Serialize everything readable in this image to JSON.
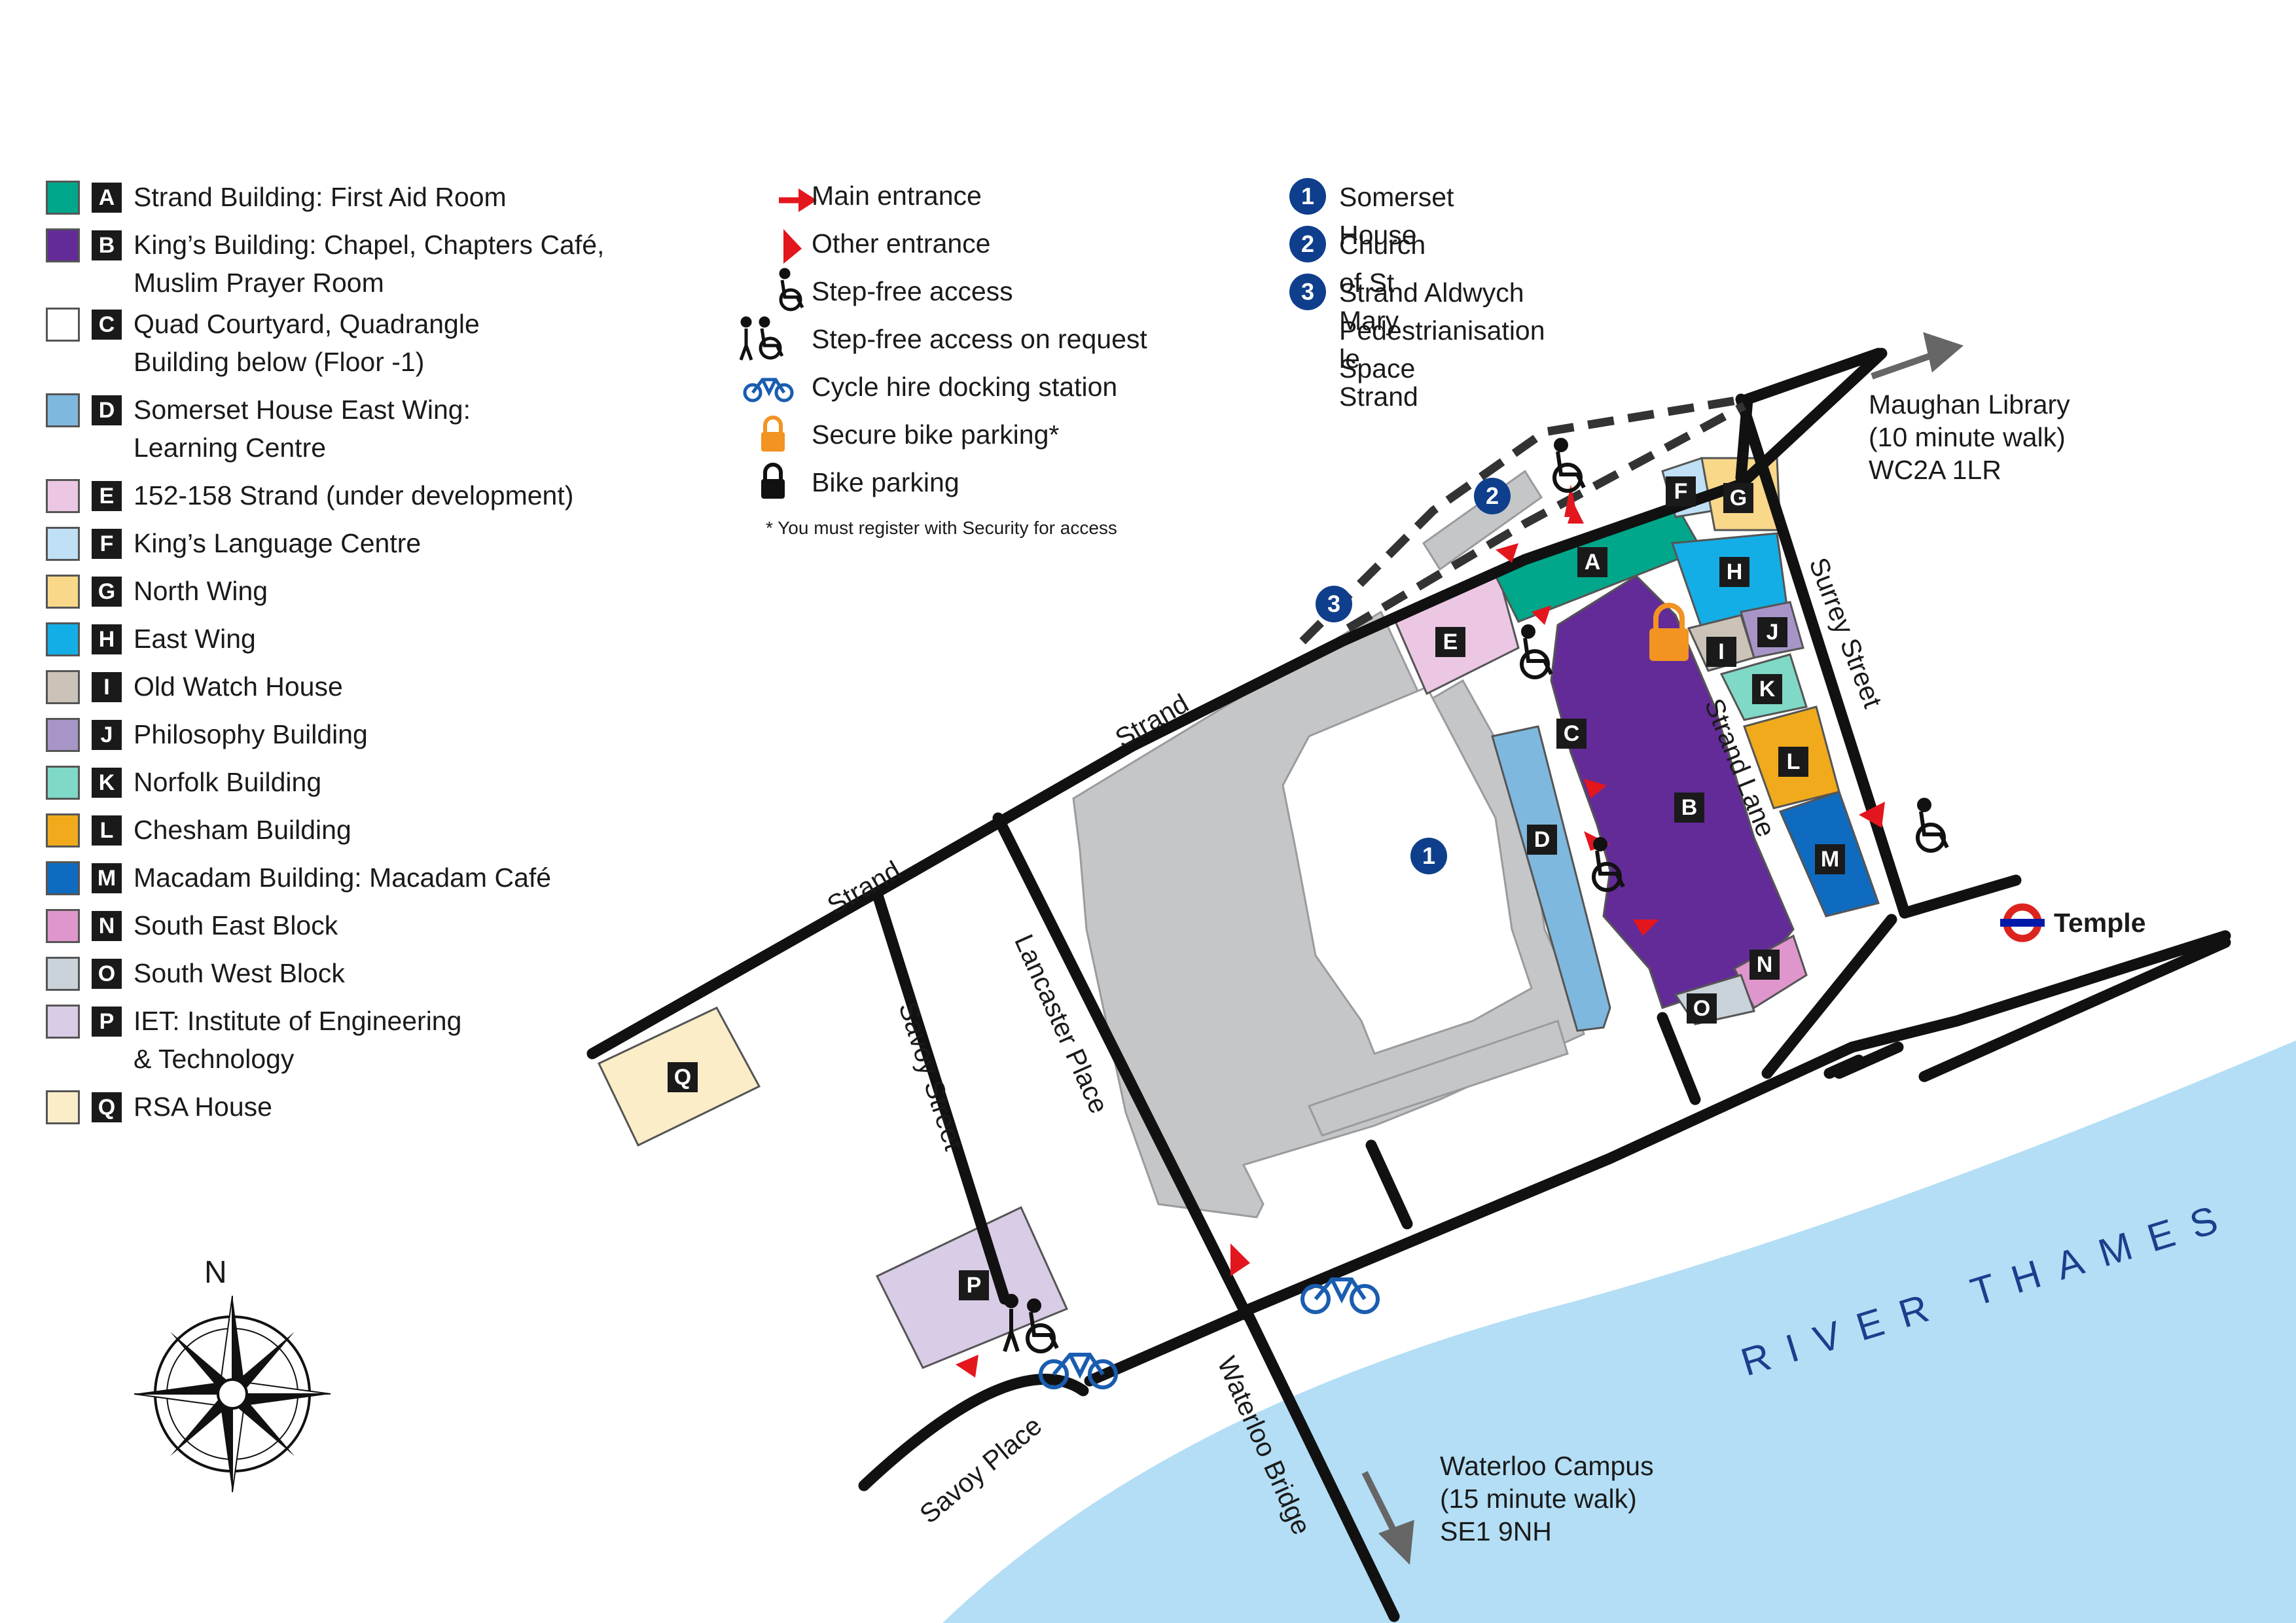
{
  "legend": [
    {
      "letter": "A",
      "label": "Strand Building: First Aid Room",
      "color": "#00a78a"
    },
    {
      "letter": "B",
      "label": "King’s Building: Chapel, Chapters Café,\nMuslim Prayer Room",
      "color": "#632b98"
    },
    {
      "letter": "C",
      "label": "Quad Courtyard, Quadrangle\nBuilding below (Floor -1)",
      "color": "#ffffff"
    },
    {
      "letter": "D",
      "label": "Somerset House East Wing:\nLearning Centre",
      "color": "#7fb8de"
    },
    {
      "letter": "E",
      "label": "152-158 Strand (under development)",
      "color": "#ecc7e4"
    },
    {
      "letter": "F",
      "label": "King’s Language Centre",
      "color": "#bfe0f5"
    },
    {
      "letter": "G",
      "label": "North Wing",
      "color": "#f9d88a"
    },
    {
      "letter": "H",
      "label": "East Wing",
      "color": "#14aee6"
    },
    {
      "letter": "I",
      "label": "Old Watch House",
      "color": "#cbc3b8"
    },
    {
      "letter": "J",
      "label": "Philosophy Building",
      "color": "#a895c8"
    },
    {
      "letter": "K",
      "label": "Norfolk Building",
      "color": "#7fd9c6"
    },
    {
      "letter": "L",
      "label": "Chesham Building",
      "color": "#f0aa1b"
    },
    {
      "letter": "M",
      "label": "Macadam Building: Macadam Café",
      "color": "#0f6bbf"
    },
    {
      "letter": "N",
      "label": "South East Block",
      "color": "#df96cc"
    },
    {
      "letter": "O",
      "label": "South West Block",
      "color": "#c9d3d9"
    },
    {
      "letter": "P",
      "label": "IET: Institute of Engineering\n& Technology",
      "color": "#d9cce6"
    },
    {
      "letter": "Q",
      "label": "RSA House",
      "color": "#faedc8"
    }
  ],
  "symbols": [
    {
      "icon": "main-entrance-arrow-icon",
      "label": "Main entrance"
    },
    {
      "icon": "other-entrance-triangle-icon",
      "label": "Other entrance"
    },
    {
      "icon": "wheelchair-icon",
      "label": "Step-free access"
    },
    {
      "icon": "step-free-on-request-icon",
      "label": "Step-free access on request"
    },
    {
      "icon": "bicycle-icon",
      "label": "Cycle hire docking station"
    },
    {
      "icon": "orange-padlock-icon",
      "label": "Secure bike parking*"
    },
    {
      "icon": "black-padlock-icon",
      "label": "Bike parking"
    }
  ],
  "note": "* You must register with Security for access",
  "landmarks": [
    {
      "num": "1",
      "label": "Somerset House"
    },
    {
      "num": "2",
      "label": "Church of St Mary le Strand"
    },
    {
      "num": "3",
      "label": "Strand Aldwych\nPedestrianisation Space"
    }
  ],
  "streets": {
    "strand_upper": "Strand",
    "strand_lower": "Strand",
    "savoy_street": "Savoy Street",
    "lancaster_place": "Lancaster Place",
    "waterloo_bridge": "Waterloo Bridge",
    "savoy_place": "Savoy Place",
    "strand_lane": "Strand Lane",
    "surrey_street": "Surrey Street"
  },
  "river": "RIVER THAMES",
  "station": "Temple",
  "compass": "N",
  "destinations": {
    "maughan": "Maughan Library\n(10 minute walk)\nWC2A 1LR",
    "waterloo": "Waterloo Campus\n(15 minute walk)\nSE1 9NH"
  },
  "colors": {
    "landmark_blue": "#0f3f8c",
    "entrance_red": "#e3161e",
    "river": "#b3def5",
    "somerset_grey": "#c5c6c8",
    "cycle_blue": "#1a5db0",
    "padlock_orange": "#f29322",
    "underground_red": "#dc241f",
    "underground_blue": "#0019a8"
  }
}
